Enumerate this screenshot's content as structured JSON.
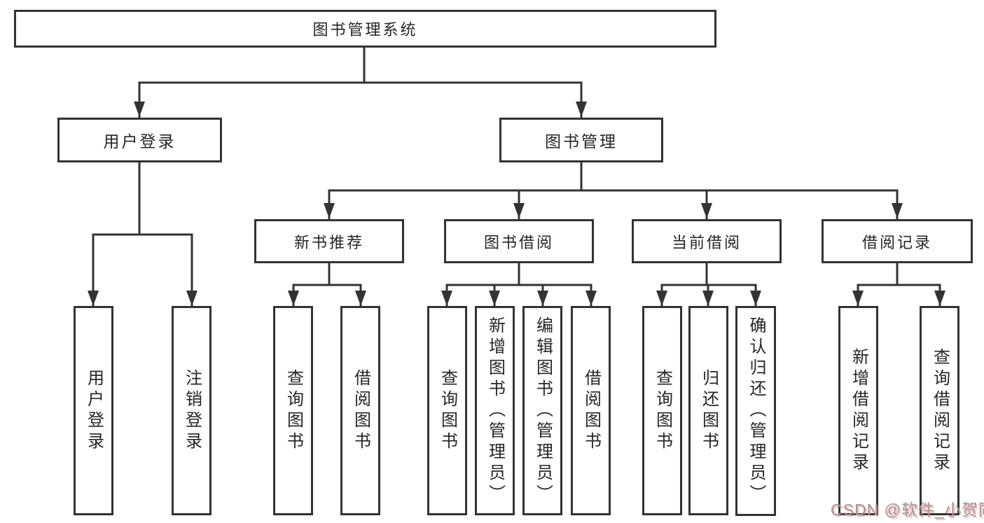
{
  "nodes": {
    "root": {
      "label": "图书管理系统"
    },
    "user_login": {
      "label": "用户登录"
    },
    "book_mgmt": {
      "label": "图书管理"
    },
    "new_book_rec": {
      "label": "新书推荐"
    },
    "book_borrow": {
      "label": "图书借阅"
    },
    "current_borrow": {
      "label": "当前借阅"
    },
    "borrow_records": {
      "label": "借阅记录"
    },
    "leaf_user_login": {
      "label": "用户登录"
    },
    "leaf_logout": {
      "label": "注销登录"
    },
    "leaf_query_book_rec": {
      "label": "查询图书"
    },
    "leaf_borrow_book_rec": {
      "label": "借阅图书"
    },
    "leaf_query_book_borrow": {
      "label": "查询图书"
    },
    "leaf_add_book": {
      "label": "新增图书（管理员）"
    },
    "leaf_edit_book": {
      "label": "编辑图书（管理员）"
    },
    "leaf_borrow_book": {
      "label": "借阅图书"
    },
    "leaf_query_book_current": {
      "label": "查询图书"
    },
    "leaf_return_book": {
      "label": "归还图书"
    },
    "leaf_confirm_return": {
      "label": "确认归还（管理员）"
    },
    "leaf_add_borrow_record": {
      "label": "新增借阅记录"
    },
    "leaf_query_borrow_record": {
      "label": "查询借阅记录"
    }
  },
  "watermark": {
    "text": "CSDN @软件_小贺同学"
  },
  "colors": {
    "line": "#333333",
    "box_border": "#333333",
    "text": "#262626",
    "background": "#ffffff",
    "watermark_gray": "#9a9a9a",
    "watermark_pink": "#fa696e"
  }
}
